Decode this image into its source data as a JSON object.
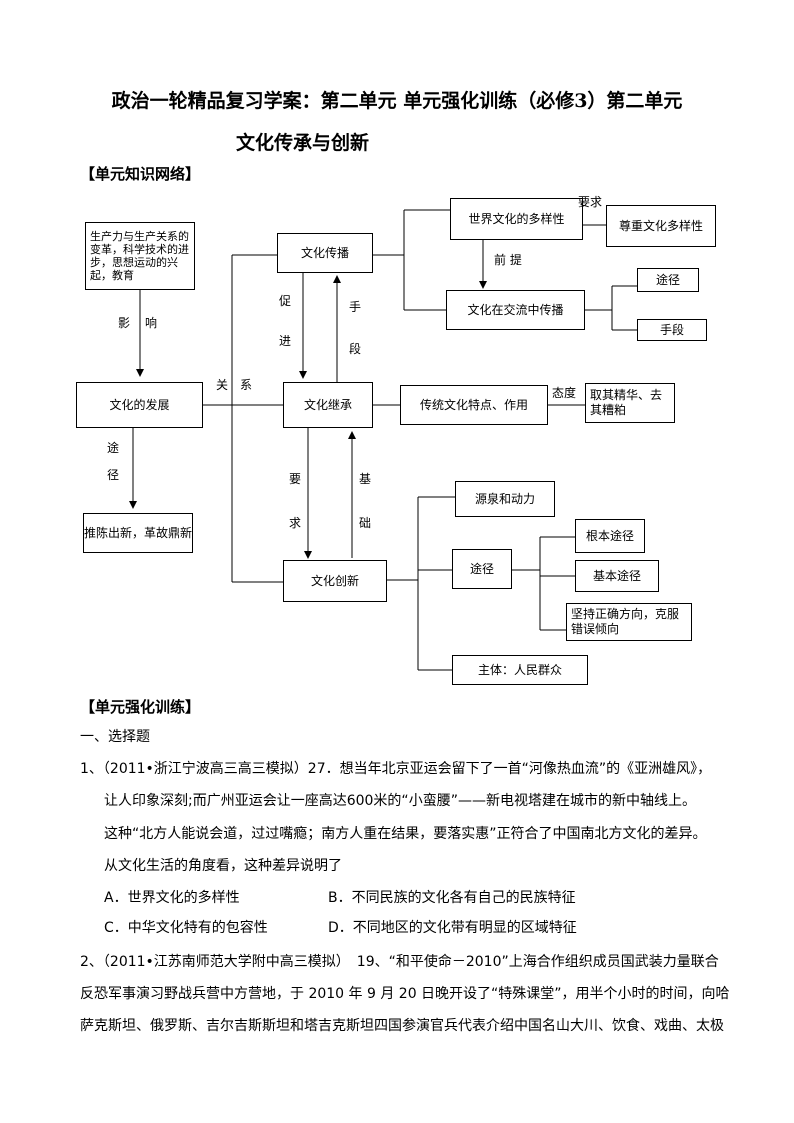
{
  "title": {
    "line1": "政治一轮精品复习学案：第二单元 单元强化训练（必修3）第二单元",
    "line2": "文化传承与创新"
  },
  "sections": {
    "knowledge_network": "【单元知识网络】",
    "training": "【单元强化训练】"
  },
  "diagram": {
    "box_productivity": "生产力与生产关系的变革，科学技术的进步，思想运动的兴起，教育",
    "box_development": "文化的发展",
    "box_remove_old": "推陈出新，革故鼎新",
    "box_spread": "文化传播",
    "box_inherit": "文化继承",
    "box_innovation": "文化创新",
    "box_diversity": "世界文化的多样性",
    "box_respect": "尊重文化多样性",
    "box_exchange": "文化在交流中传播",
    "box_way": "途径",
    "box_means": "手段",
    "box_traditional": "传统文化特点、作用",
    "box_essence": "取其精华、去其糟粕",
    "box_source": "源泉和动力",
    "box_innov_way": "途径",
    "box_root_way": "根本途径",
    "box_basic_way": "基本途径",
    "box_direction": "坚持正确方向，克服错误倾向",
    "box_subject": "主体：人民群众",
    "lbl_influence_1": "影",
    "lbl_influence_2": "响",
    "lbl_relation_1": "关",
    "lbl_relation_2": "系",
    "lbl_route_1": "途",
    "lbl_route_2": "径",
    "lbl_promote_1": "促",
    "lbl_promote_2": "进",
    "lbl_means_1": "手",
    "lbl_means_2": "段",
    "lbl_require_1": "要",
    "lbl_require_2": "求",
    "lbl_basis_1": "基",
    "lbl_basis_2": "础",
    "lbl_demand": "要求",
    "lbl_premise": "前 提",
    "lbl_attitude": "态度"
  },
  "exercise": {
    "part_heading": "一、选择题",
    "q1": {
      "line1": "1、（2011•浙江宁波高三高三模拟）27．想当年北京亚运会留下了一首“河像热血流”的《亚洲雄风》，",
      "line2": "让人印象深刻;而广州亚运会让一座高达600米的“小蛮腰”——新电视塔建在城市的新中轴线上。",
      "line3": "这种“北方人能说会道，过过嘴瘾；南方人重在结果，要落实惠”正符合了中国南北方文化的差异。",
      "line4": "从文化生活的角度看，这种差异说明了",
      "opt_a": "A．世界文化的多样性",
      "opt_b": "B．不同民族的文化各有自己的民族特征",
      "opt_c": "C．中华文化特有的包容性",
      "opt_d": "D．不同地区的文化带有明显的区域特征"
    },
    "q2": {
      "line1": "2、（2011•江苏南师范大学附中高三模拟）　19、“和平使命－2010”上海合作组织成员国武装力量联合",
      "line2": "反恐军事演习野战兵营中方营地，于 2010 年 9 月 20 日晚开设了“特殊课堂”，用半个小时的时间，向哈",
      "line3": "萨克斯坦、俄罗斯、吉尔吉斯斯坦和塔吉克斯坦四国参演官兵代表介绍中国名山大川、饮食、戏曲、太极"
    }
  }
}
